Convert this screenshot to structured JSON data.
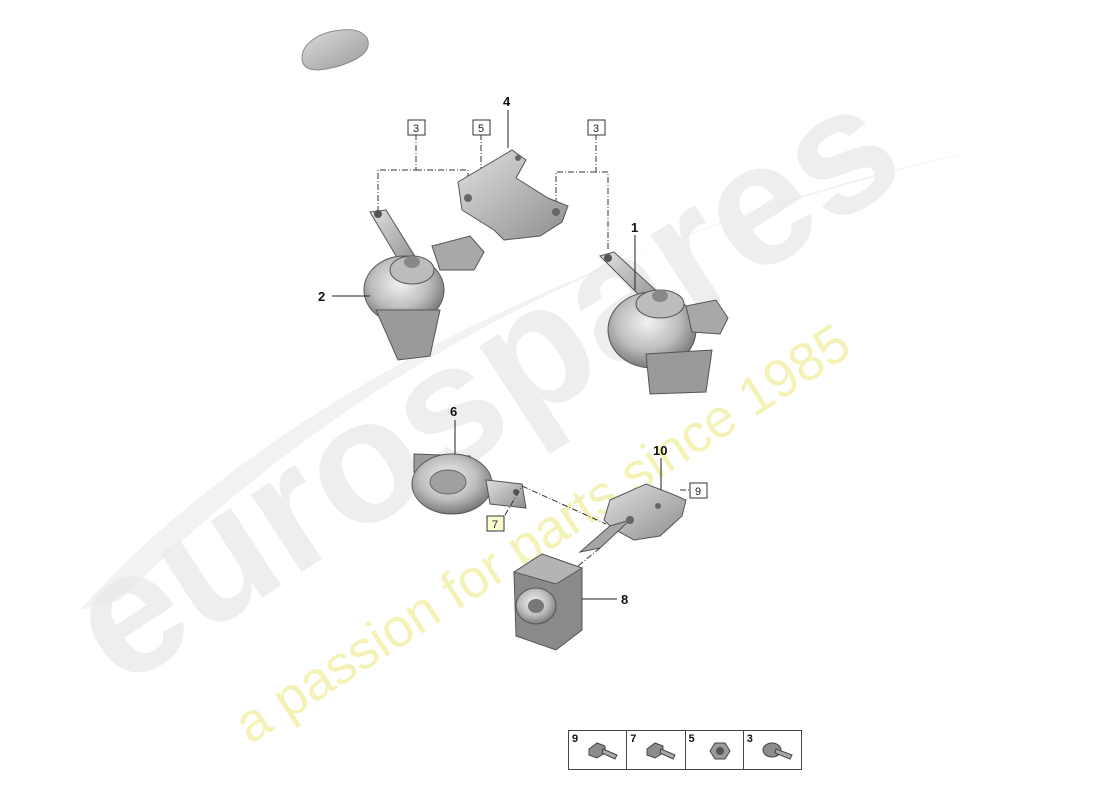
{
  "watermark": {
    "brand": "eurospares",
    "tagline": "a passion for parts since 1985",
    "brand_color": "#e6e6e6",
    "tagline_color": "#f4f0a8"
  },
  "callouts": {
    "c1": "1",
    "c2": "2",
    "c4": "4",
    "c6": "6",
    "c8": "8",
    "c10": "10"
  },
  "boxed_refs": {
    "b3_left": "3",
    "b5": "5",
    "b3_right": "3",
    "b7": "7",
    "b9": "9"
  },
  "legend": [
    {
      "number": "9",
      "icon": "bolt-icon"
    },
    {
      "number": "7",
      "icon": "bolt-icon"
    },
    {
      "number": "5",
      "icon": "nut-icon"
    },
    {
      "number": "3",
      "icon": "bolt-icon"
    }
  ]
}
